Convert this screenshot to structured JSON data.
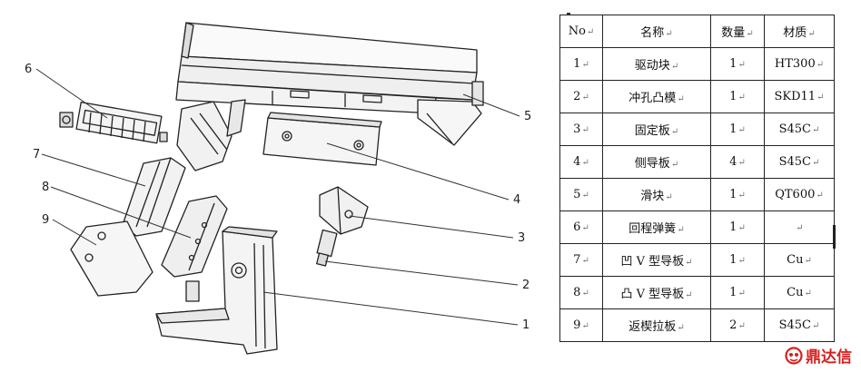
{
  "callouts": [
    "1",
    "2",
    "3",
    "4",
    "5",
    "6",
    "7",
    "8",
    "9"
  ],
  "table": {
    "headers": [
      "No",
      "名称",
      "数量",
      "材质"
    ],
    "rows": [
      [
        "1",
        "驱动块",
        "1",
        "HT300"
      ],
      [
        "2",
        "冲孔凸模",
        "1",
        "SKD11"
      ],
      [
        "3",
        "固定板",
        "1",
        "S45C"
      ],
      [
        "4",
        "侧导板",
        "4",
        "S45C"
      ],
      [
        "5",
        "滑块",
        "1",
        "QT600"
      ],
      [
        "6",
        "回程弹簧",
        "1",
        ""
      ],
      [
        "7",
        "凹 V 型导板",
        "1",
        "Cu"
      ],
      [
        "8",
        "凸 V 型导板",
        "1",
        "Cu"
      ],
      [
        "9",
        "返楔拉板",
        "2",
        "S45C"
      ]
    ]
  },
  "paragraph_mark": "↵",
  "watermark": {
    "text": "鼎达信",
    "color": "#d62020"
  }
}
